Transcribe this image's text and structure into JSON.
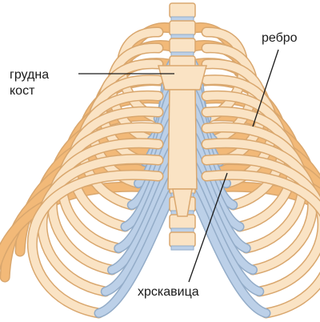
{
  "labels": {
    "sternum_line1": "грудна",
    "sternum_line2": "кост",
    "rib": "ребро",
    "cartilage": "хрскавица"
  },
  "colors": {
    "bone_fill": "#fae3c4",
    "bone_shadow": "#f2b978",
    "bone_edge": "#d9a76e",
    "cartilage_fill": "#bcd0e8",
    "cartilage_edge": "#93acc8",
    "pointer": "#1a1a1a"
  }
}
